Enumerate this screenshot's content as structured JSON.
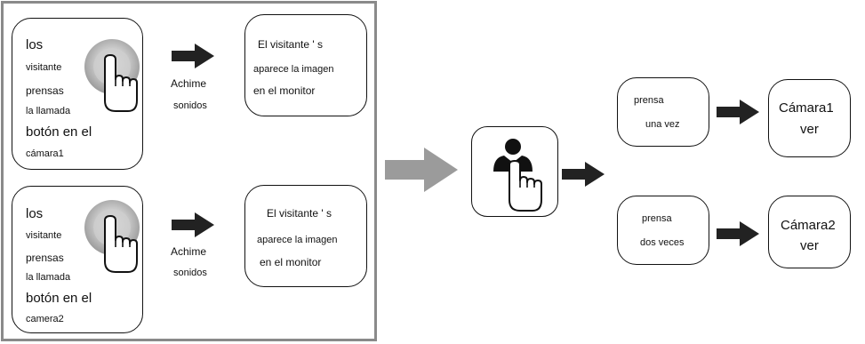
{
  "panel_top": {
    "visitor_box": {
      "line1": "los",
      "line2": "visitante",
      "line3": "prensas",
      "line4": "la llamada",
      "line5": "botón en el",
      "line6": "cámara1"
    },
    "chime": {
      "line1": "Achime",
      "line2": "sonidos"
    },
    "monitor_box": {
      "line1": "El visitante ' s",
      "line2": "aparece la imagen",
      "line3": "en el monitor"
    }
  },
  "panel_bottom": {
    "visitor_box": {
      "line1": "los",
      "line2": "visitante",
      "line3": "prensas",
      "line4": "la llamada",
      "line5": "botón en el",
      "line6": "camera2"
    },
    "chime": {
      "line1": "Achime",
      "line2": "sonidos"
    },
    "monitor_box": {
      "line1": "El visitante ' s",
      "line2": "aparece la imagen",
      "line3": "en el monitor"
    }
  },
  "right": {
    "once": {
      "line1": "prensa",
      "line2": "una vez"
    },
    "twice": {
      "line1": "prensa",
      "line2": "dos veces"
    },
    "camera1": {
      "line1": "Cámara1",
      "line2": "ver"
    },
    "camera2": {
      "line1": "Cámara2",
      "line2": "ver"
    }
  },
  "icons": {
    "press": "hand-press-icon",
    "monitor_user": "person-press-icon",
    "arrow": "arrow-right-icon"
  },
  "colors": {
    "panel_border": "#8a8a8a",
    "gray_arrow": "#9b9b9b",
    "black_arrow": "#222222",
    "button_circle": "#b5b5b5"
  }
}
